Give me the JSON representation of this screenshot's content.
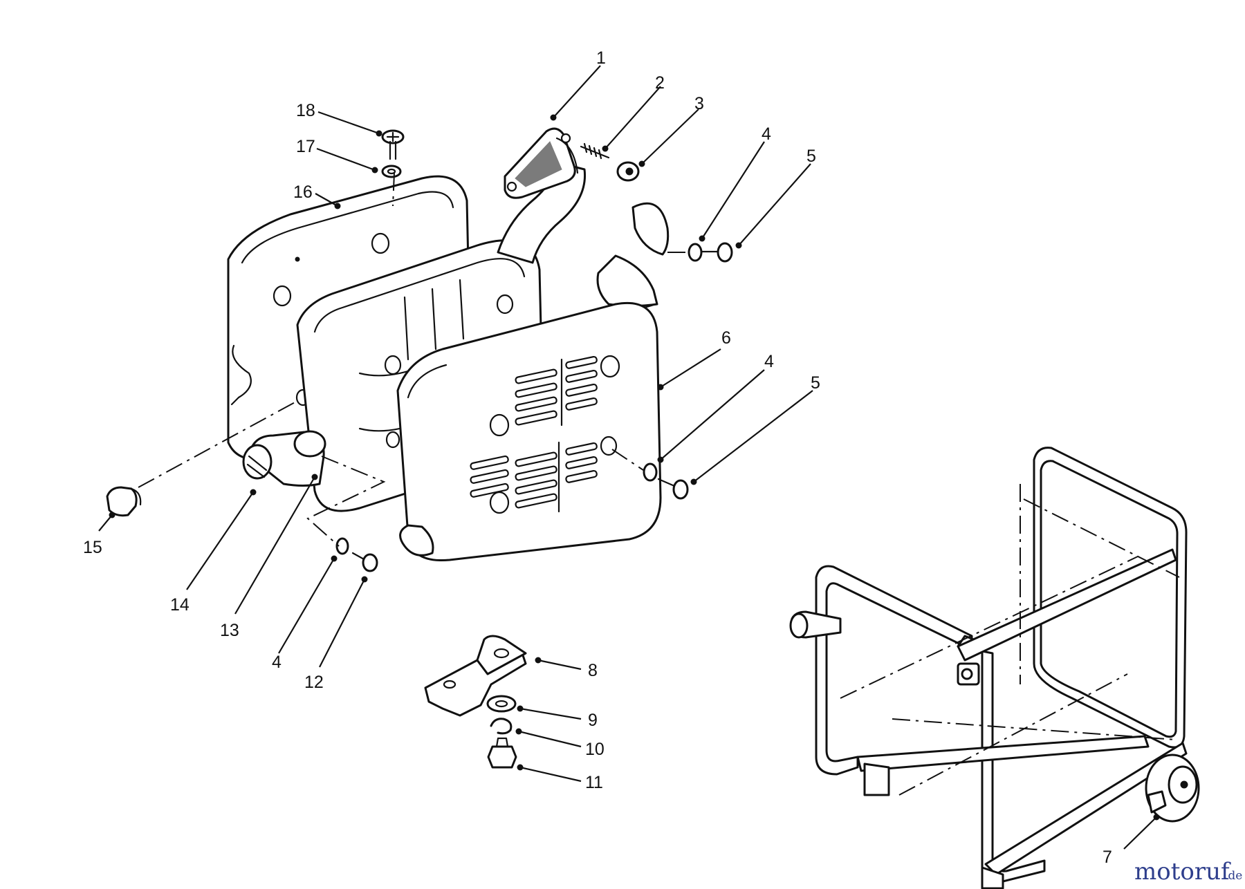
{
  "callouts": [
    {
      "id": "c1",
      "text": "1"
    },
    {
      "id": "c2",
      "text": "2"
    },
    {
      "id": "c3",
      "text": "3"
    },
    {
      "id": "c4a",
      "text": "4"
    },
    {
      "id": "c5a",
      "text": "5"
    },
    {
      "id": "c6",
      "text": "6"
    },
    {
      "id": "c4b",
      "text": "4"
    },
    {
      "id": "c5b",
      "text": "5"
    },
    {
      "id": "c18",
      "text": "18"
    },
    {
      "id": "c17",
      "text": "17"
    },
    {
      "id": "c16",
      "text": "16"
    },
    {
      "id": "c15",
      "text": "15"
    },
    {
      "id": "c14",
      "text": "14"
    },
    {
      "id": "c13",
      "text": "13"
    },
    {
      "id": "c4c",
      "text": "4"
    },
    {
      "id": "c12",
      "text": "12"
    },
    {
      "id": "c8",
      "text": "8"
    },
    {
      "id": "c9",
      "text": "9"
    },
    {
      "id": "c10",
      "text": "10"
    },
    {
      "id": "c11",
      "text": "11"
    },
    {
      "id": "c7",
      "text": "7"
    }
  ],
  "watermark": {
    "brand": "motoruf",
    "suffix": ".de"
  }
}
